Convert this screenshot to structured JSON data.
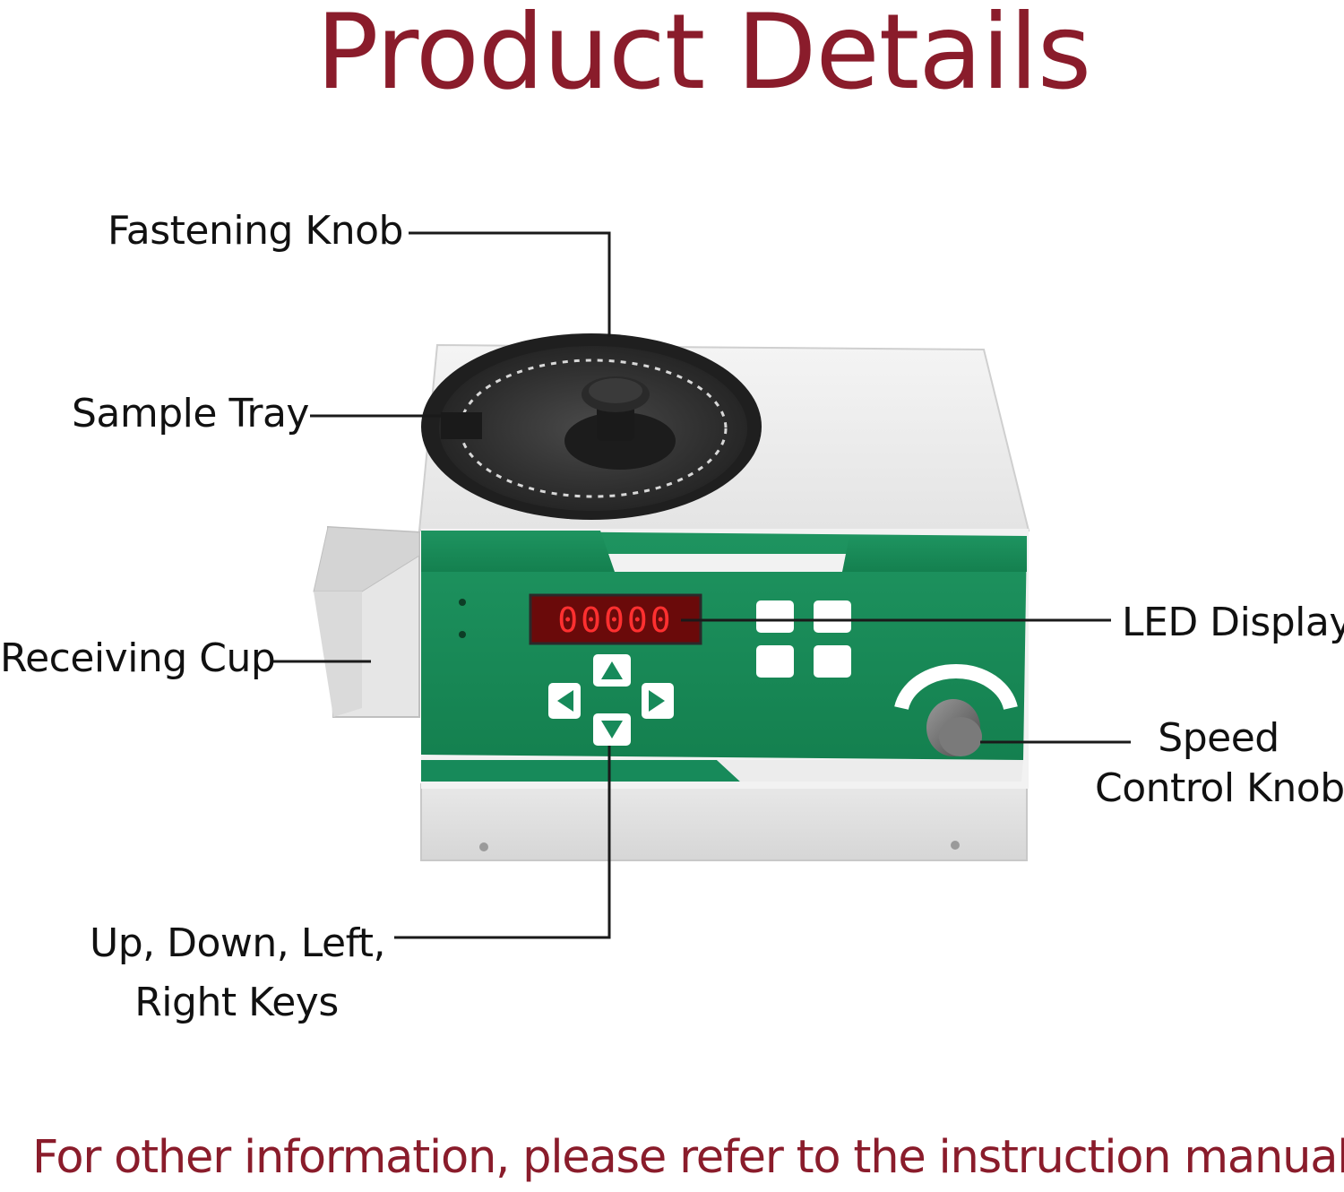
{
  "title": "Product Details",
  "labels": {
    "fastening_knob": "Fastening Knob",
    "sample_tray": "Sample Tray",
    "receiving_cup": "Receiving Cup",
    "led_display": "LED Display",
    "speed_control_line1": "Speed",
    "speed_control_line2": "Control Knob",
    "keys_line1": "Up, Down, Left,",
    "keys_line2": "Right Keys"
  },
  "display": {
    "readout": "00000"
  },
  "footer": "For other information, please refer to the instruction manual.",
  "colors": {
    "title": "#8a1c2b",
    "panel_green": "#178a5a",
    "led_red": "#ff3030"
  }
}
